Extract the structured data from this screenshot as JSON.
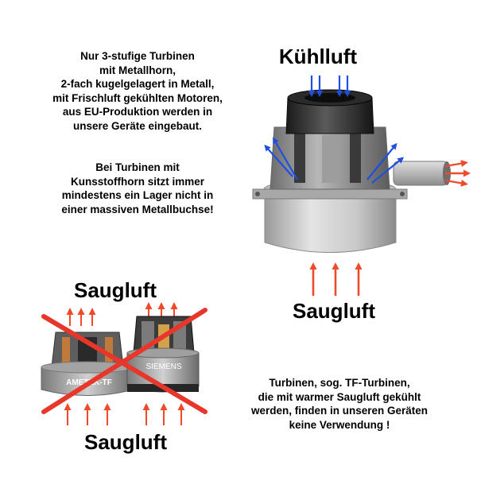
{
  "text": {
    "block1": [
      "Nur 3-stufige Turbinen",
      "mit Metallhorn,",
      "2-fach kugelgelagert in Metall,",
      "mit Frischluft gekühlten Motoren,",
      "aus EU-Produktion werden in",
      "unsere Geräte eingebaut."
    ],
    "block2": [
      "Bei Turbinen mit",
      "Kunsstoffhorn sitzt immer",
      "mindestens ein Lager nicht in",
      "einer massiven Metallbuchse!"
    ],
    "block3": [
      "Turbinen, sog. TF-Turbinen,",
      "die mit warmer Saugluft gekühlt",
      "werden, finden in unseren Geräten",
      "keine Verwendung !"
    ]
  },
  "labels": {
    "kuehlluft": "Kühlluft",
    "saugluft_main": "Saugluft",
    "saugluft_top_left": "Saugluft",
    "saugluft_bottom_left": "Saugluft"
  },
  "motor_labels": {
    "left": "AMETEK-TF",
    "right": "SIEMENS"
  },
  "colors": {
    "cooling_arrow": "#1f4fe0",
    "suction_arrow": "#ef4a2c",
    "cross": "#e8372a"
  }
}
